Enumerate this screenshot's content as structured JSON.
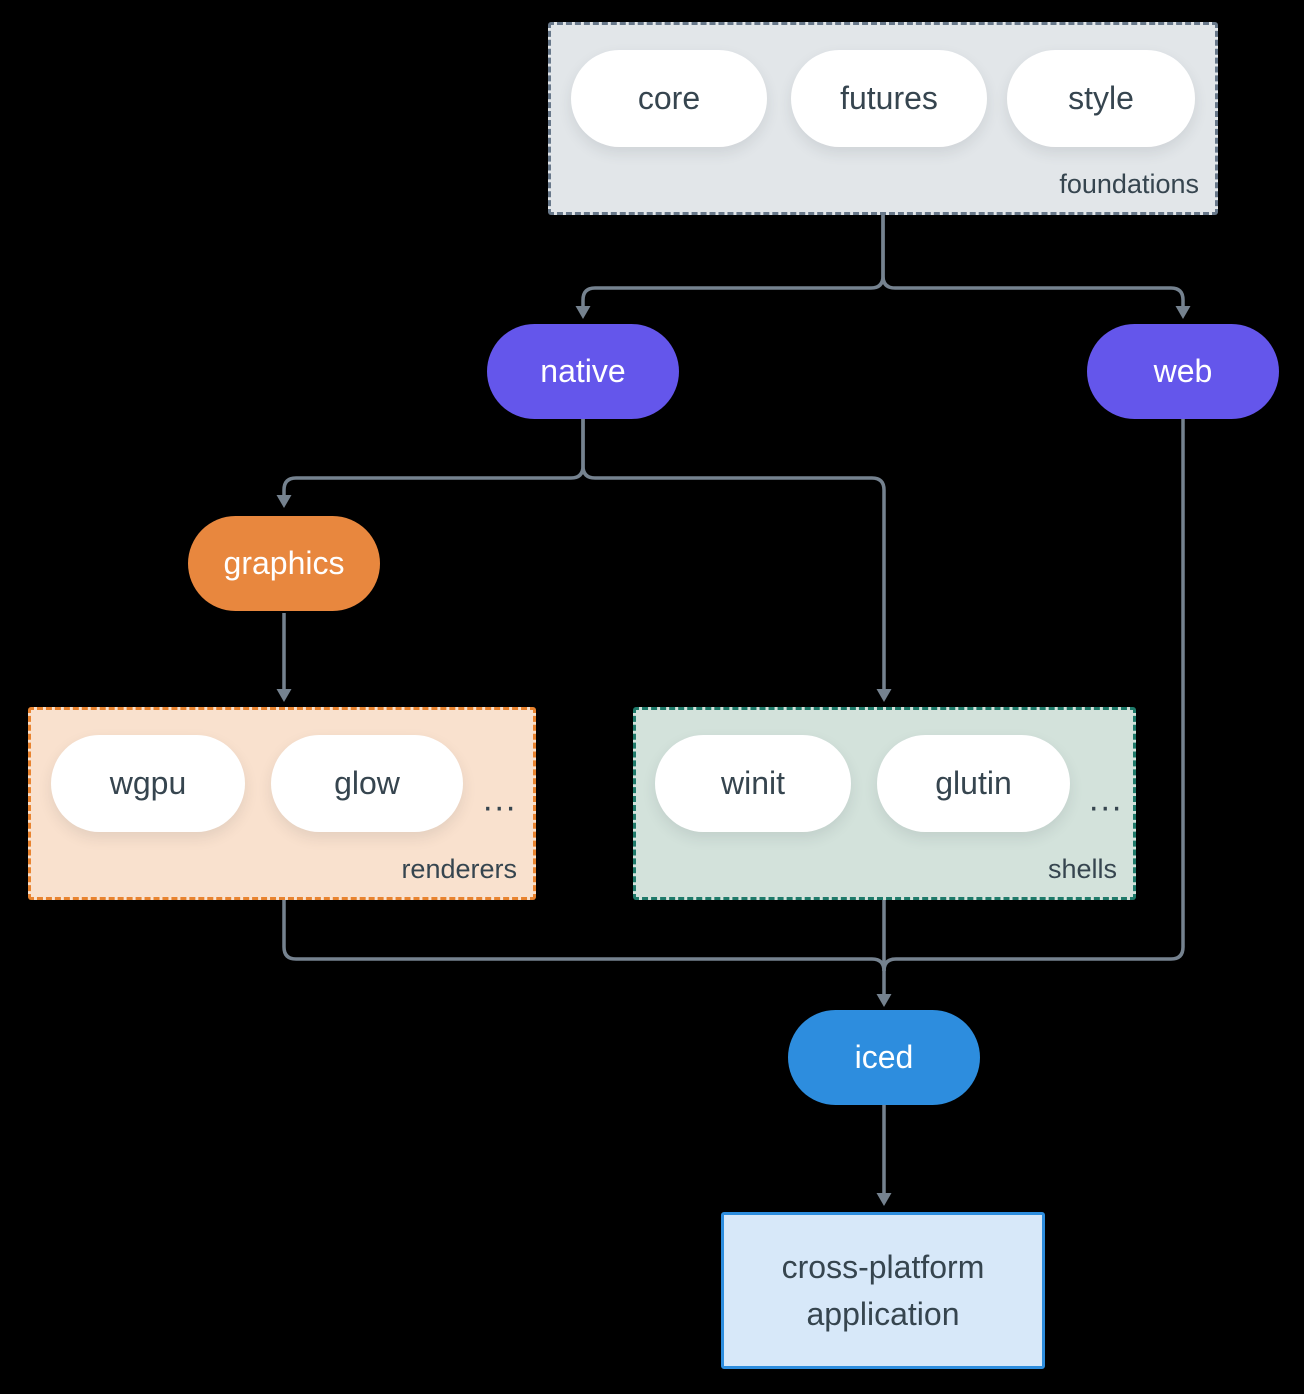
{
  "diagram": {
    "background_color": "#000000",
    "connector_color": "#75828f",
    "foundations": {
      "label": "foundations",
      "items": [
        "core",
        "futures",
        "style"
      ],
      "fill": "#e2e6e9",
      "border": "#68788a"
    },
    "native": {
      "label": "native",
      "color": "#6456eb"
    },
    "web": {
      "label": "web",
      "color": "#6456eb"
    },
    "graphics": {
      "label": "graphics",
      "color": "#e8873e"
    },
    "renderers": {
      "label": "renderers",
      "items": [
        "wgpu",
        "glow"
      ],
      "more": "...",
      "fill": "#f9e1ce",
      "border": "#e8832f"
    },
    "shells": {
      "label": "shells",
      "items": [
        "winit",
        "glutin"
      ],
      "more": "...",
      "fill": "#d3e2db",
      "border": "#1f7a6a"
    },
    "iced": {
      "label": "iced",
      "color": "#2d8dde"
    },
    "application": {
      "label": "cross-platform application",
      "lines": [
        "cross-platform",
        "application"
      ],
      "fill": "#d7e8f9",
      "border": "#2d8dde"
    },
    "edges": [
      "foundations->native",
      "foundations->web",
      "native->graphics",
      "native->shells",
      "graphics->renderers",
      "renderers->iced",
      "shells->iced",
      "web->iced",
      "iced->application"
    ]
  }
}
